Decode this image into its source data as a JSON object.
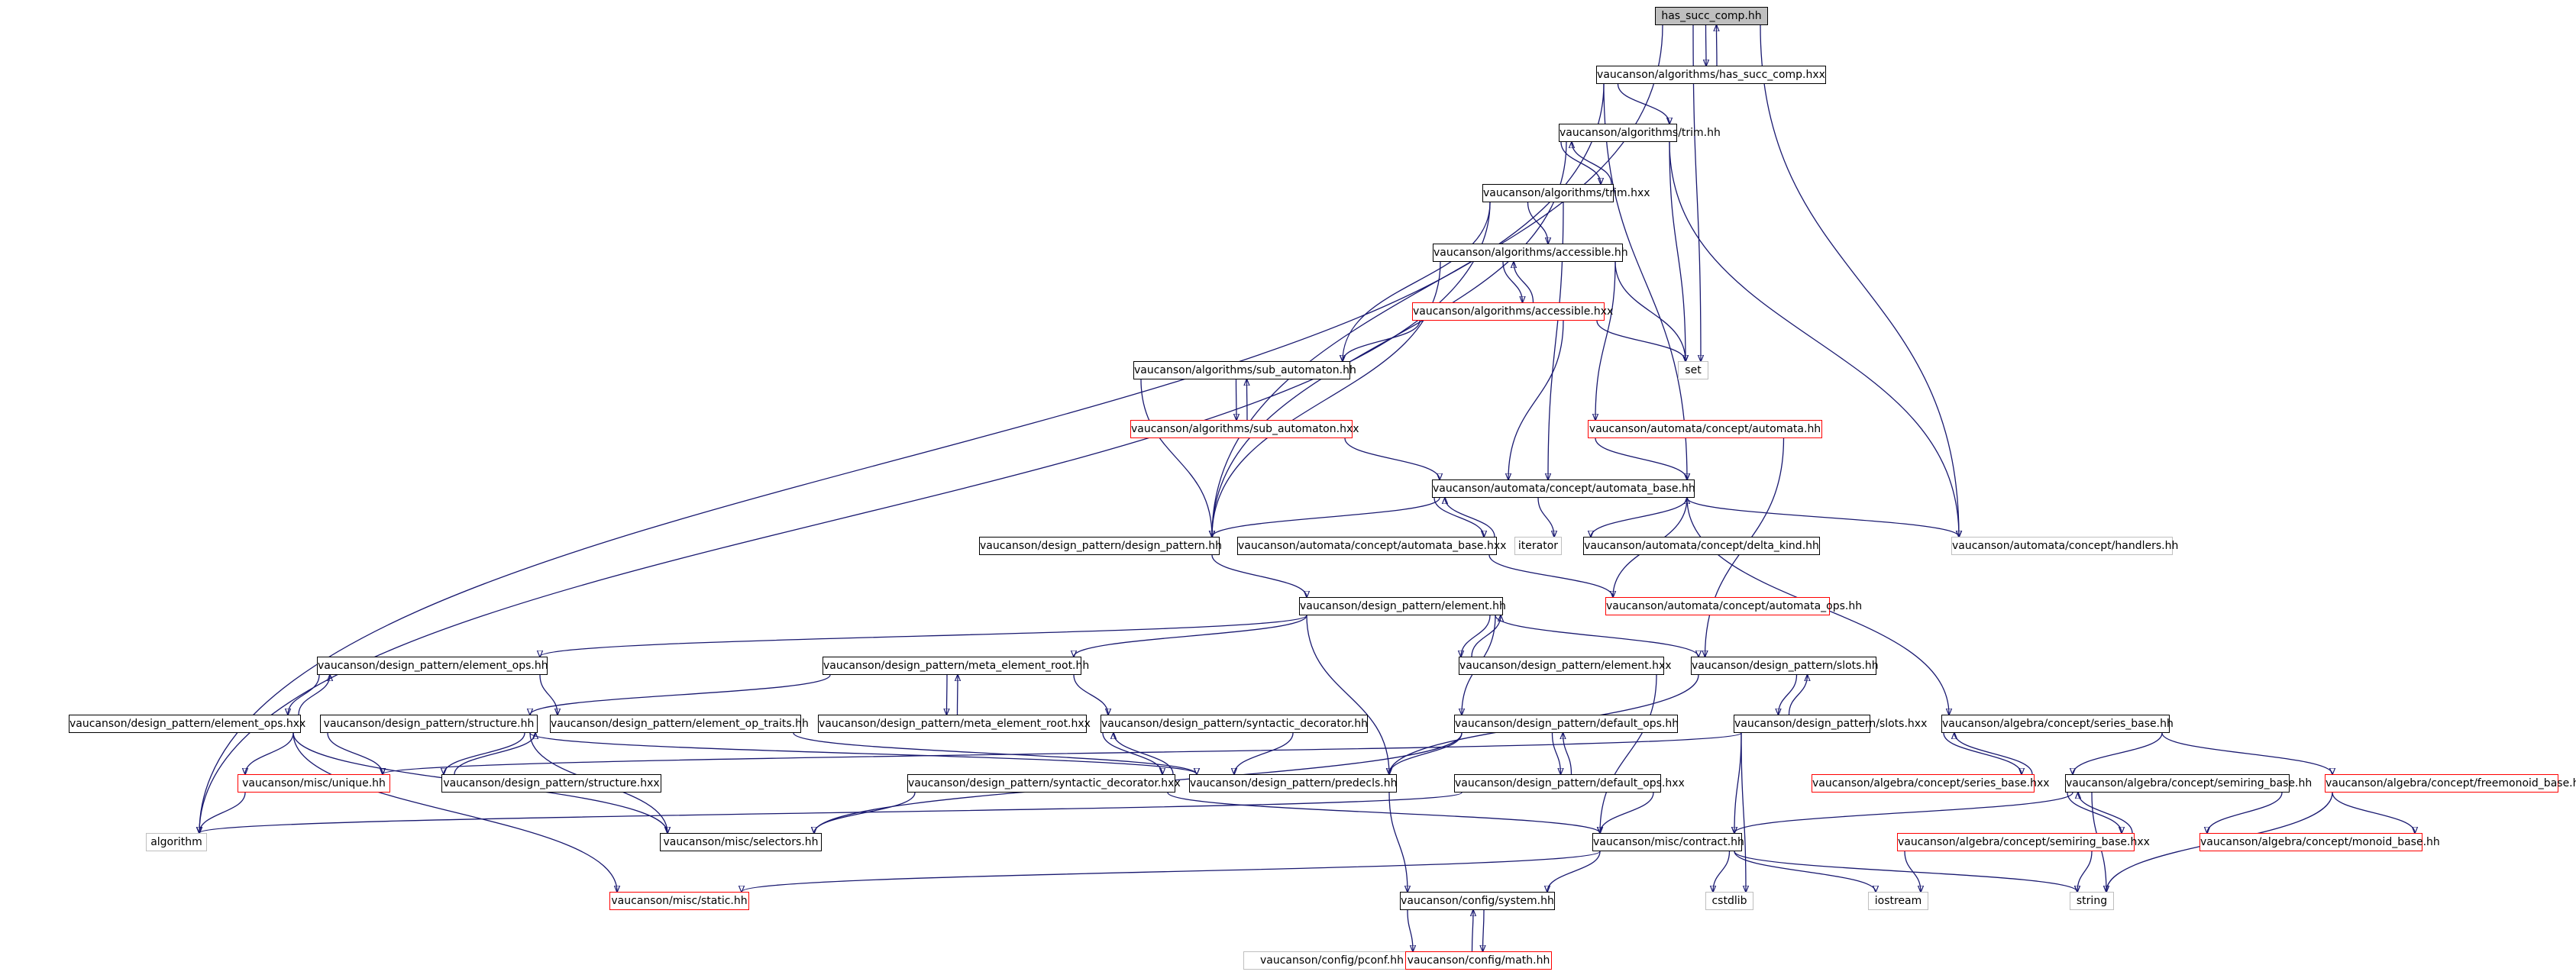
{
  "graph": {
    "root": "has_succ_comp.hh",
    "nodes": {
      "has_succ_comp_hh": {
        "label": "has_succ_comp.hh",
        "style": "root"
      },
      "has_succ_comp_hxx": {
        "label": "vaucanson/algorithms/has_succ_comp.hxx",
        "style": "normal"
      },
      "trim_hh": {
        "label": "vaucanson/algorithms/trim.hh",
        "style": "normal"
      },
      "trim_hxx": {
        "label": "vaucanson/algorithms/trim.hxx",
        "style": "normal"
      },
      "accessible_hh": {
        "label": "vaucanson/algorithms/accessible.hh",
        "style": "normal"
      },
      "accessible_hxx": {
        "label": "vaucanson/algorithms/accessible.hxx",
        "style": "red"
      },
      "set": {
        "label": "set",
        "style": "external"
      },
      "sub_automaton_hh": {
        "label": "vaucanson/algorithms/sub_automaton.hh",
        "style": "normal"
      },
      "sub_automaton_hxx": {
        "label": "vaucanson/algorithms/sub_automaton.hxx",
        "style": "red"
      },
      "automata_hh": {
        "label": "vaucanson/automata/concept/automata.hh",
        "style": "red"
      },
      "automata_base_hh": {
        "label": "vaucanson/automata/concept/automata_base.hh",
        "style": "normal"
      },
      "design_pattern_hh": {
        "label": "vaucanson/design_pattern/design_pattern.hh",
        "style": "normal"
      },
      "automata_base_hxx": {
        "label": "vaucanson/automata/concept/automata_base.hxx",
        "style": "normal"
      },
      "iterator": {
        "label": "iterator",
        "style": "external"
      },
      "delta_kind_hh": {
        "label": "vaucanson/automata/concept/delta_kind.hh",
        "style": "normal"
      },
      "handlers_hh": {
        "label": "vaucanson/automata/concept/handlers.hh",
        "style": "external"
      },
      "automata_ops_hh": {
        "label": "vaucanson/automata/concept/automata_ops.hh",
        "style": "red"
      },
      "element_hh": {
        "label": "vaucanson/design_pattern/element.hh",
        "style": "normal"
      },
      "element_ops_hh": {
        "label": "vaucanson/design_pattern/element_ops.hh",
        "style": "normal"
      },
      "meta_element_root_hh": {
        "label": "vaucanson/design_pattern/meta_element_root.hh",
        "style": "normal"
      },
      "element_hxx": {
        "label": "vaucanson/design_pattern/element.hxx",
        "style": "normal"
      },
      "slots_hh": {
        "label": "vaucanson/design_pattern/slots.hh",
        "style": "normal"
      },
      "element_ops_hxx": {
        "label": "vaucanson/design_pattern/element_ops.hxx",
        "style": "normal"
      },
      "structure_hh": {
        "label": "vaucanson/design_pattern/structure.hh",
        "style": "normal"
      },
      "element_op_traits_hh": {
        "label": "vaucanson/design_pattern/element_op_traits.hh",
        "style": "normal"
      },
      "meta_element_root_hxx": {
        "label": "vaucanson/design_pattern/meta_element_root.hxx",
        "style": "normal"
      },
      "syntactic_decorator_hh": {
        "label": "vaucanson/design_pattern/syntactic_decorator.hh",
        "style": "normal"
      },
      "default_ops_hh": {
        "label": "vaucanson/design_pattern/default_ops.hh",
        "style": "normal"
      },
      "slots_hxx": {
        "label": "vaucanson/design_pattern/slots.hxx",
        "style": "normal"
      },
      "series_base_hh": {
        "label": "vaucanson/algebra/concept/series_base.hh",
        "style": "normal"
      },
      "unique_hh": {
        "label": "vaucanson/misc/unique.hh",
        "style": "red"
      },
      "structure_hxx": {
        "label": "vaucanson/design_pattern/structure.hxx",
        "style": "normal"
      },
      "syntactic_decorator_hxx": {
        "label": "vaucanson/design_pattern/syntactic_decorator.hxx",
        "style": "normal"
      },
      "predecls_hh": {
        "label": "vaucanson/design_pattern/predecls.hh",
        "style": "normal"
      },
      "default_ops_hxx": {
        "label": "vaucanson/design_pattern/default_ops.hxx",
        "style": "normal"
      },
      "series_base_hxx": {
        "label": "vaucanson/algebra/concept/series_base.hxx",
        "style": "red"
      },
      "semiring_base_hh": {
        "label": "vaucanson/algebra/concept/semiring_base.hh",
        "style": "normal"
      },
      "freemonoid_base_hh": {
        "label": "vaucanson/algebra/concept/freemonoid_base.hh",
        "style": "red"
      },
      "algorithm": {
        "label": "algorithm",
        "style": "external"
      },
      "selectors_hh": {
        "label": "vaucanson/misc/selectors.hh",
        "style": "normal"
      },
      "contract_hh": {
        "label": "vaucanson/misc/contract.hh",
        "style": "normal"
      },
      "semiring_base_hxx": {
        "label": "vaucanson/algebra/concept/semiring_base.hxx",
        "style": "red"
      },
      "monoid_base_hh": {
        "label": "vaucanson/algebra/concept/monoid_base.hh",
        "style": "red"
      },
      "static_hh": {
        "label": "vaucanson/misc/static.hh",
        "style": "red"
      },
      "system_hh": {
        "label": "vaucanson/config/system.hh",
        "style": "normal"
      },
      "cstdlib": {
        "label": "cstdlib",
        "style": "external"
      },
      "iostream": {
        "label": "iostream",
        "style": "external"
      },
      "string": {
        "label": "string",
        "style": "external"
      },
      "pconf_hh": {
        "label": "vaucanson/config/pconf.hh",
        "style": "external"
      },
      "math_hh": {
        "label": "vaucanson/config/math.hh",
        "style": "red"
      }
    },
    "edges": [
      [
        "has_succ_comp_hh",
        "has_succ_comp_hxx"
      ],
      [
        "has_succ_comp_hxx",
        "has_succ_comp_hh"
      ],
      [
        "has_succ_comp_hh",
        "set"
      ],
      [
        "has_succ_comp_hh",
        "handlers_hh"
      ],
      [
        "has_succ_comp_hh",
        "design_pattern_hh"
      ],
      [
        "has_succ_comp_hxx",
        "trim_hh"
      ],
      [
        "has_succ_comp_hxx",
        "automata_base_hh"
      ],
      [
        "has_succ_comp_hxx",
        "algorithm"
      ],
      [
        "trim_hh",
        "trim_hxx"
      ],
      [
        "trim_hxx",
        "trim_hh"
      ],
      [
        "trim_hh",
        "set"
      ],
      [
        "trim_hh",
        "handlers_hh"
      ],
      [
        "trim_hh",
        "design_pattern_hh"
      ],
      [
        "trim_hxx",
        "accessible_hh"
      ],
      [
        "trim_hxx",
        "sub_automaton_hh"
      ],
      [
        "trim_hxx",
        "automata_base_hh"
      ],
      [
        "trim_hxx",
        "algorithm"
      ],
      [
        "accessible_hh",
        "accessible_hxx"
      ],
      [
        "accessible_hxx",
        "accessible_hh"
      ],
      [
        "accessible_hh",
        "set"
      ],
      [
        "accessible_hh",
        "automata_hh"
      ],
      [
        "accessible_hh",
        "design_pattern_hh"
      ],
      [
        "accessible_hxx",
        "set"
      ],
      [
        "accessible_hxx",
        "sub_automaton_hh"
      ],
      [
        "accessible_hxx",
        "automata_base_hh"
      ],
      [
        "sub_automaton_hh",
        "sub_automaton_hxx"
      ],
      [
        "sub_automaton_hxx",
        "sub_automaton_hh"
      ],
      [
        "sub_automaton_hh",
        "design_pattern_hh"
      ],
      [
        "sub_automaton_hxx",
        "automata_base_hh"
      ],
      [
        "automata_hh",
        "automata_base_hh"
      ],
      [
        "automata_hh",
        "slots_hh"
      ],
      [
        "automata_base_hh",
        "design_pattern_hh"
      ],
      [
        "automata_base_hh",
        "automata_base_hxx"
      ],
      [
        "automata_base_hxx",
        "automata_base_hh"
      ],
      [
        "automata_base_hh",
        "iterator"
      ],
      [
        "automata_base_hh",
        "delta_kind_hh"
      ],
      [
        "automata_base_hh",
        "handlers_hh"
      ],
      [
        "automata_base_hh",
        "series_base_hh"
      ],
      [
        "automata_base_hxx",
        "automata_ops_hh"
      ],
      [
        "automata_ops_hh",
        "automata_base_hh"
      ],
      [
        "design_pattern_hh",
        "element_hh"
      ],
      [
        "element_hh",
        "element_ops_hh"
      ],
      [
        "element_hh",
        "meta_element_root_hh"
      ],
      [
        "element_hh",
        "element_hxx"
      ],
      [
        "element_hxx",
        "element_hh"
      ],
      [
        "element_hh",
        "slots_hh"
      ],
      [
        "element_hh",
        "default_ops_hh"
      ],
      [
        "element_hh",
        "predecls_hh"
      ],
      [
        "element_hxx",
        "contract_hh"
      ],
      [
        "element_ops_hh",
        "element_ops_hxx"
      ],
      [
        "element_ops_hxx",
        "element_ops_hh"
      ],
      [
        "element_ops_hh",
        "element_op_traits_hh"
      ],
      [
        "element_ops_hxx",
        "unique_hh"
      ],
      [
        "element_ops_hxx",
        "selectors_hh"
      ],
      [
        "element_ops_hxx",
        "static_hh"
      ],
      [
        "meta_element_root_hh",
        "meta_element_root_hxx"
      ],
      [
        "meta_element_root_hxx",
        "meta_element_root_hh"
      ],
      [
        "meta_element_root_hh",
        "structure_hh"
      ],
      [
        "meta_element_root_hh",
        "syntactic_decorator_hh"
      ],
      [
        "element_op_traits_hh",
        "predecls_hh"
      ],
      [
        "structure_hh",
        "structure_hxx"
      ],
      [
        "structure_hxx",
        "structure_hh"
      ],
      [
        "structure_hh",
        "unique_hh"
      ],
      [
        "structure_hh",
        "predecls_hh"
      ],
      [
        "structure_hh",
        "selectors_hh"
      ],
      [
        "syntactic_decorator_hh",
        "syntactic_decorator_hxx"
      ],
      [
        "syntactic_decorator_hxx",
        "syntactic_decorator_hh"
      ],
      [
        "syntactic_decorator_hh",
        "predecls_hh"
      ],
      [
        "syntactic_decorator_hxx",
        "selectors_hh"
      ],
      [
        "syntactic_decorator_hxx",
        "contract_hh"
      ],
      [
        "slots_hh",
        "slots_hxx"
      ],
      [
        "slots_hxx",
        "slots_hh"
      ],
      [
        "slots_hh",
        "predecls_hh"
      ],
      [
        "slots_hxx",
        "unique_hh"
      ],
      [
        "slots_hxx",
        "contract_hh"
      ],
      [
        "slots_hxx",
        "cstdlib"
      ],
      [
        "default_ops_hh",
        "default_ops_hxx"
      ],
      [
        "default_ops_hxx",
        "default_ops_hh"
      ],
      [
        "default_ops_hh",
        "predecls_hh"
      ],
      [
        "default_ops_hh",
        "selectors_hh"
      ],
      [
        "default_ops_hxx",
        "contract_hh"
      ],
      [
        "default_ops_hxx",
        "algorithm"
      ],
      [
        "predecls_hh",
        "system_hh"
      ],
      [
        "unique_hh",
        "algorithm"
      ],
      [
        "series_base_hh",
        "series_base_hxx"
      ],
      [
        "series_base_hxx",
        "series_base_hh"
      ],
      [
        "series_base_hh",
        "semiring_base_hh"
      ],
      [
        "series_base_hh",
        "freemonoid_base_hh"
      ],
      [
        "semiring_base_hh",
        "semiring_base_hxx"
      ],
      [
        "semiring_base_hxx",
        "semiring_base_hh"
      ],
      [
        "semiring_base_hh",
        "contract_hh"
      ],
      [
        "semiring_base_hh",
        "monoid_base_hh"
      ],
      [
        "semiring_base_hh",
        "string"
      ],
      [
        "semiring_base_hxx",
        "iostream"
      ],
      [
        "semiring_base_hxx",
        "string"
      ],
      [
        "freemonoid_base_hh",
        "monoid_base_hh"
      ],
      [
        "freemonoid_base_hh",
        "string"
      ],
      [
        "contract_hh",
        "static_hh"
      ],
      [
        "contract_hh",
        "system_hh"
      ],
      [
        "contract_hh",
        "cstdlib"
      ],
      [
        "contract_hh",
        "iostream"
      ],
      [
        "contract_hh",
        "string"
      ],
      [
        "system_hh",
        "pconf_hh"
      ],
      [
        "system_hh",
        "math_hh"
      ],
      [
        "math_hh",
        "system_hh"
      ]
    ]
  },
  "colors": {
    "edge": "#191970",
    "root_fill": "#bfbfbf",
    "normal_border": "#000000",
    "red_border": "#ff0000",
    "external_border": "#bfbfbf"
  }
}
